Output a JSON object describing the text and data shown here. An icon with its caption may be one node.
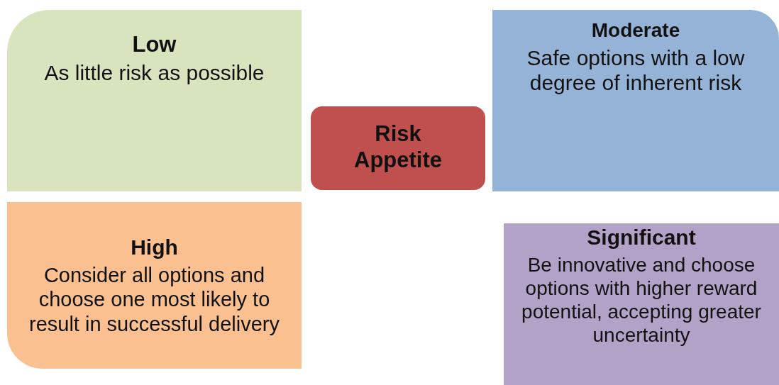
{
  "diagram": {
    "nodes": [
      {
        "text": [
          "Low",
          "As little risk as possible"
        ]
      },
      {
        "text": [
          "Risk Appetite"
        ]
      },
      {
        "text": [
          "Moderate",
          "Safe options with a low degree of inherent risk"
        ]
      },
      {
        "text": [
          "High",
          "Consider all options and choose one most likely to result in successful delivery"
        ]
      },
      {
        "text": [
          "Significant",
          "Be innovative and choose options with higher reward potential, accepting greater uncertainty"
        ]
      }
    ]
  }
}
